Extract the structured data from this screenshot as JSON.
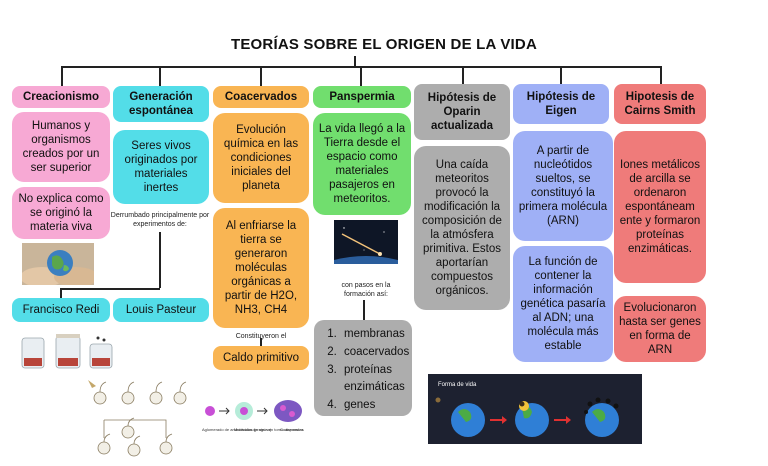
{
  "title": "TEORÍAS SOBRE EL ORIGEN DE LA VIDA",
  "columns": {
    "creacionismo": {
      "header": "Creacionismo",
      "box1": "Humanos y organismos creados por un ser superior",
      "box2": "No explica como se originó la materia viva"
    },
    "generacion": {
      "header": "Generación espontánea",
      "box1": "Seres vivos originados por materiales inertes",
      "note": "Derrumbado principalmente por experimentos de:",
      "redi": "Francisco Redi",
      "pasteur": "Louis Pasteur"
    },
    "coacervados": {
      "header": "Coacervados",
      "box1": "Evolución química en las condiciones iniciales del planeta",
      "box2": "Al enfriarse la tierra se generaron moléculas orgánicas a partir de H2O, NH3, CH4",
      "note": "Constituyeron el",
      "box3": "Caldo primitivo"
    },
    "panspermia": {
      "header": "Panspermia",
      "box1": "La vida llegó a la Tierra desde el espacio como materiales pasajeros en meteoritos.",
      "note": "con pasos en la formación así:",
      "steps": [
        "membranas",
        "coacervados",
        "proteínas enzimáticas",
        "genes"
      ]
    },
    "oparin": {
      "header": "Hipótesis de Oparin actualizada",
      "box1": "Una caída meteoritos provocó la modificación la composición de la atmósfera primitiva. Estos aportarían compuestos orgánicos."
    },
    "eigen": {
      "header": "Hipótesis de Eigen",
      "box1": "A partir de nucleótidos sueltos, se constituyó la primera molécula (ARN)",
      "box2": "La función de contener la información genética pasaría al ADN; una molécula más estable"
    },
    "cairns": {
      "header": "Hipotesis de Cairns Smith",
      "box1": "Iones metálicos de arcilla se ordenaron espontáneam ente y formaron proteínas enzimáticas.",
      "box2": "Evolucionaron hasta ser genes en forma de ARN"
    }
  },
  "images": {
    "meteor_caption": "Forma de vida",
    "coacervate_labels": [
      "Aglomerado de aminoácidos (proteína)",
      "Moléculas de agua en torno dispuestas",
      "Coacervados"
    ]
  },
  "colors": {
    "pink": "#f7a9d4",
    "cyan": "#53dde8",
    "orange": "#f9b553",
    "green": "#71de6e",
    "grey": "#adadad",
    "blue": "#9fb0f6",
    "red": "#ef7b7a"
  }
}
